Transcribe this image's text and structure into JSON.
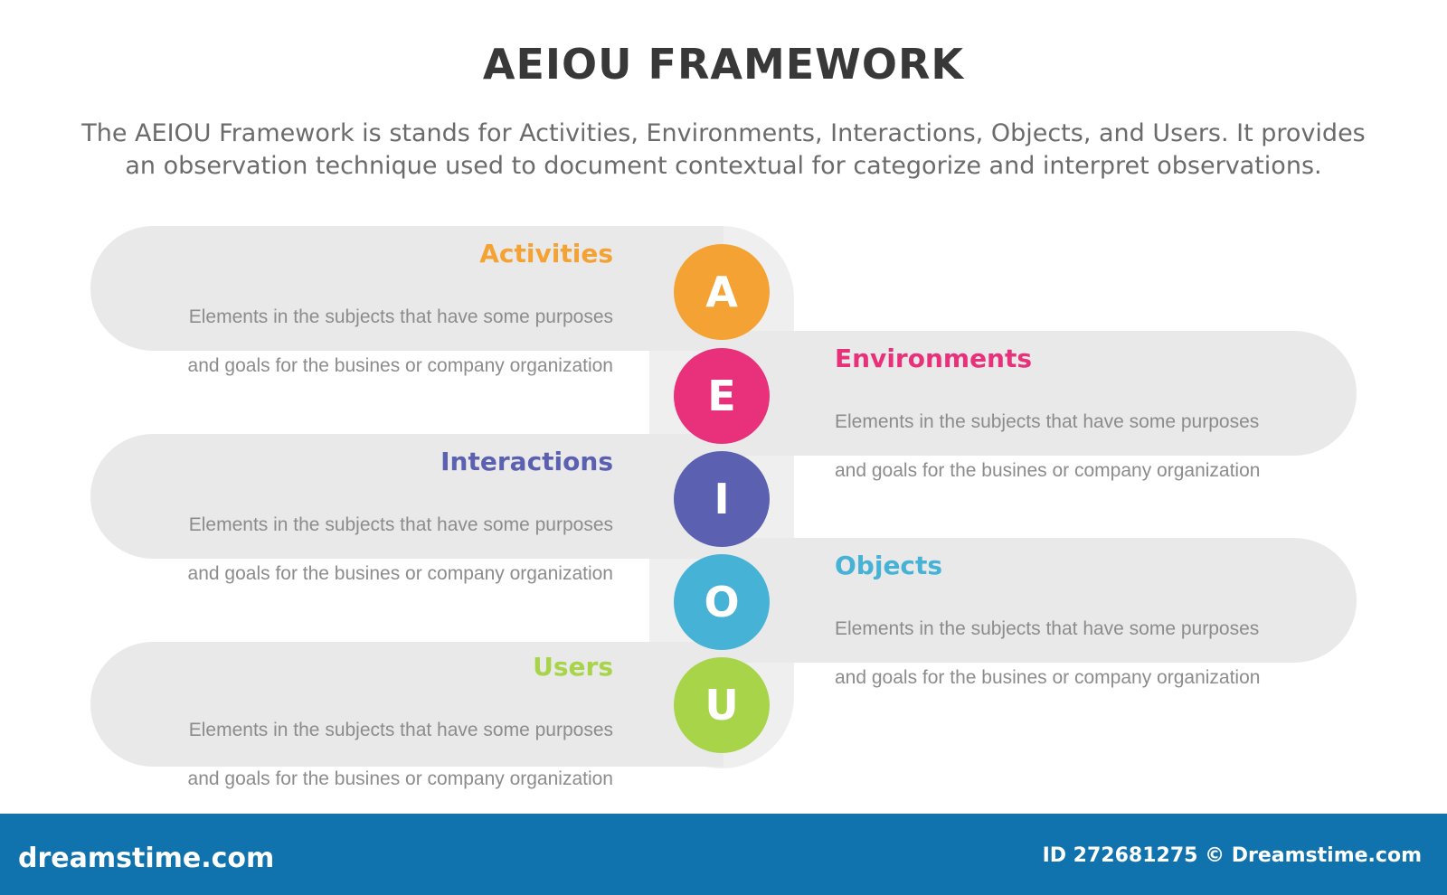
{
  "title": "AEIOU FRAMEWORK",
  "subtitle_line1": "The AEIOU Framework is stands for Activities, Environments, Interactions, Objects, and Users. It provides",
  "subtitle_line2": "an observation technique used to document contextual for categorize and interpret observations.",
  "items": [
    {
      "letter": "A",
      "title": "Activities",
      "color": "#f4a233",
      "side": "left",
      "desc_line1": "Elements in the subjects that have some purposes",
      "desc_line2": "and goals for the  busines or company organization"
    },
    {
      "letter": "E",
      "title": "Environments",
      "color": "#e9307a",
      "side": "right",
      "desc_line1": "Elements in the subjects that have some purposes",
      "desc_line2": "and goals for the  busines or company organization"
    },
    {
      "letter": "I",
      "title": "Interactions",
      "color": "#5b60b0",
      "side": "left",
      "desc_line1": "Elements in the subjects that have some purposes",
      "desc_line2": "and goals for the  busines or company organization"
    },
    {
      "letter": "O",
      "title": "Objects",
      "color": "#45b2d6",
      "side": "right",
      "desc_line1": "Elements in the subjects that have some purposes",
      "desc_line2": "and goals for the  busines or company organization"
    },
    {
      "letter": "U",
      "title": "Users",
      "color": "#a8d44a",
      "side": "left",
      "desc_line1": "Elements in the subjects that have some purposes",
      "desc_line2": "and goals for the  busines or company organization"
    }
  ],
  "footer": {
    "brand": "dreamstime.com",
    "id_text": "ID 272681275 © Dreamstime.com",
    "bg_color": "#1173ad"
  }
}
